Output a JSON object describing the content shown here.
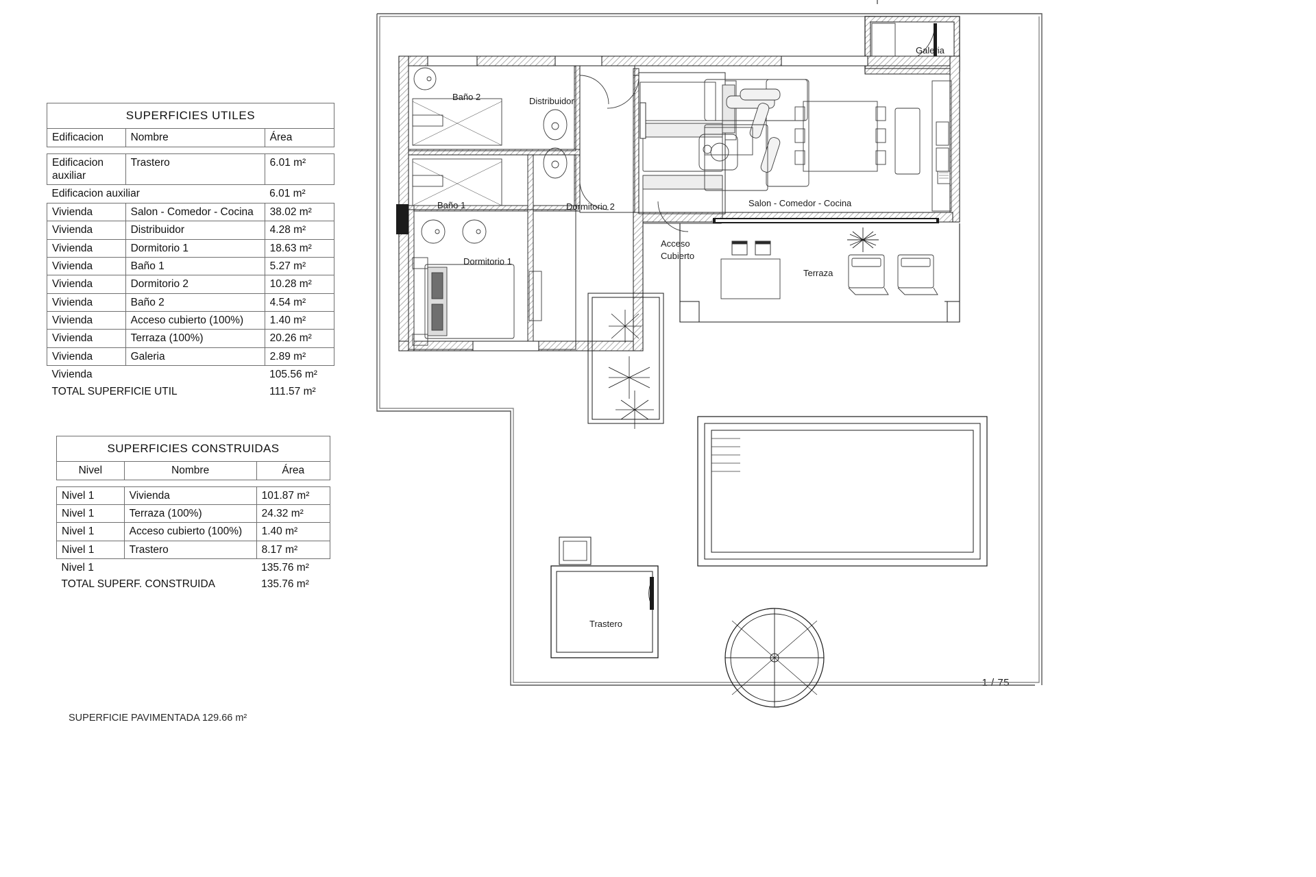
{
  "document": {
    "page_label": "1 / 75",
    "pavimentada_note": "SUPERFICIE PAVIMENTADA 129.66 m²"
  },
  "table_utiles": {
    "title": "SUPERFICIES UTILES",
    "headers": [
      "Edificacion",
      "Nombre",
      "Área"
    ],
    "rows": [
      {
        "edificacion": "Edificacion auxiliar",
        "nombre": "Trastero",
        "area": "6.01 m²",
        "two_line": true
      },
      {
        "edificacion": "Edificacion auxiliar",
        "nombre": "",
        "area": "6.01 m²",
        "subtotal": true
      },
      {
        "edificacion": "Vivienda",
        "nombre": "Salon - Comedor - Cocina",
        "area": "38.02 m²"
      },
      {
        "edificacion": "Vivienda",
        "nombre": "Distribuidor",
        "area": "4.28 m²"
      },
      {
        "edificacion": "Vivienda",
        "nombre": "Dormitorio 1",
        "area": "18.63 m²"
      },
      {
        "edificacion": "Vivienda",
        "nombre": "Baño 1",
        "area": "5.27 m²"
      },
      {
        "edificacion": "Vivienda",
        "nombre": "Dormitorio 2",
        "area": "10.28 m²"
      },
      {
        "edificacion": "Vivienda",
        "nombre": "Baño 2",
        "area": "4.54 m²"
      },
      {
        "edificacion": "Vivienda",
        "nombre": "Acceso cubierto (100%)",
        "area": "1.40 m²"
      },
      {
        "edificacion": "Vivienda",
        "nombre": "Terraza (100%)",
        "area": "20.26 m²"
      },
      {
        "edificacion": "Vivienda",
        "nombre": "Galeria",
        "area": "2.89 m²"
      }
    ],
    "subtotal_vivienda_label": "Vivienda",
    "subtotal_vivienda_area": "105.56 m²",
    "total_label": "TOTAL SUPERFICIE UTIL",
    "total_area": "111.57 m²"
  },
  "table_construidas": {
    "title": "SUPERFICIES CONSTRUIDAS",
    "headers": [
      "Nivel",
      "Nombre",
      "Área"
    ],
    "rows": [
      {
        "nivel": "Nivel 1",
        "nombre": "Vivienda",
        "area": "101.87 m²"
      },
      {
        "nivel": "Nivel 1",
        "nombre": "Terraza (100%)",
        "area": "24.32 m²"
      },
      {
        "nivel": "Nivel 1",
        "nombre": "Acceso cubierto (100%)",
        "area": "1.40 m²"
      },
      {
        "nivel": "Nivel 1",
        "nombre": "Trastero",
        "area": "8.17 m²"
      }
    ],
    "subtotal_label": "Nivel 1",
    "subtotal_area": "135.76 m²",
    "total_label": "TOTAL SUPERF. CONSTRUIDA",
    "total_area": "135.76 m²"
  },
  "plan": {
    "room_labels": {
      "bano2": "Baño 2",
      "bano1": "Baño 1",
      "distribuidor": "Distribuidor",
      "dormitorio1": "Dormitorio 1",
      "dormitorio2": "Dormitorio 2",
      "salon": "Salon - Comedor - Cocina",
      "galeria": "Galeria",
      "acceso_cubierto_line1": "Acceso",
      "acceso_cubierto_line2": "Cubierto",
      "terraza": "Terraza",
      "trastero": "Trastero"
    },
    "colors": {
      "line": "#1b1b1b",
      "wall_hatch": "#9a9a9a",
      "furniture": "#555555",
      "light": "#bfbfbf"
    }
  }
}
